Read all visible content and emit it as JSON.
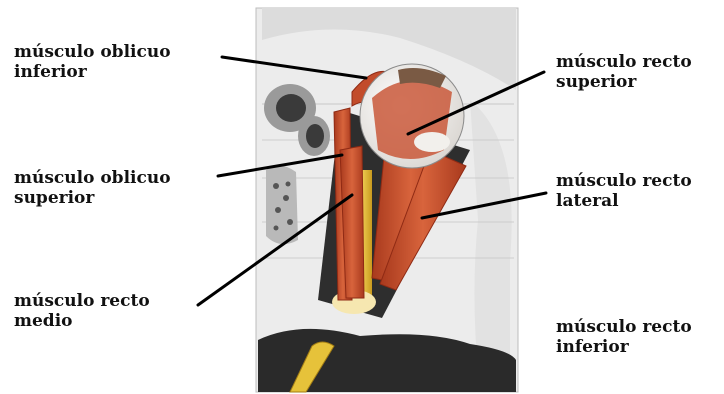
{
  "labels": {
    "oblicuo_inferior": {
      "line1": "músculo oblicuo",
      "line2": "inferior"
    },
    "oblicuo_superior": {
      "line1": "músculo oblicuo",
      "line2": "superior"
    },
    "recto_medio": {
      "line1": "músculo recto",
      "line2": "medio"
    },
    "recto_superior": {
      "line1": "músculo recto",
      "line2": "superior"
    },
    "recto_lateral": {
      "line1": "músculo recto",
      "line2": "lateral"
    },
    "recto_inferior": {
      "line1": "músculo recto",
      "line2": "inferior"
    }
  },
  "colors": {
    "muscle": "#c9502e",
    "muscle_dark": "#8f2a14",
    "optic_nerve": "#e6c23a",
    "cavity": "#2b2b2b",
    "bone": "#e9e9e9",
    "leader": "#000000"
  }
}
